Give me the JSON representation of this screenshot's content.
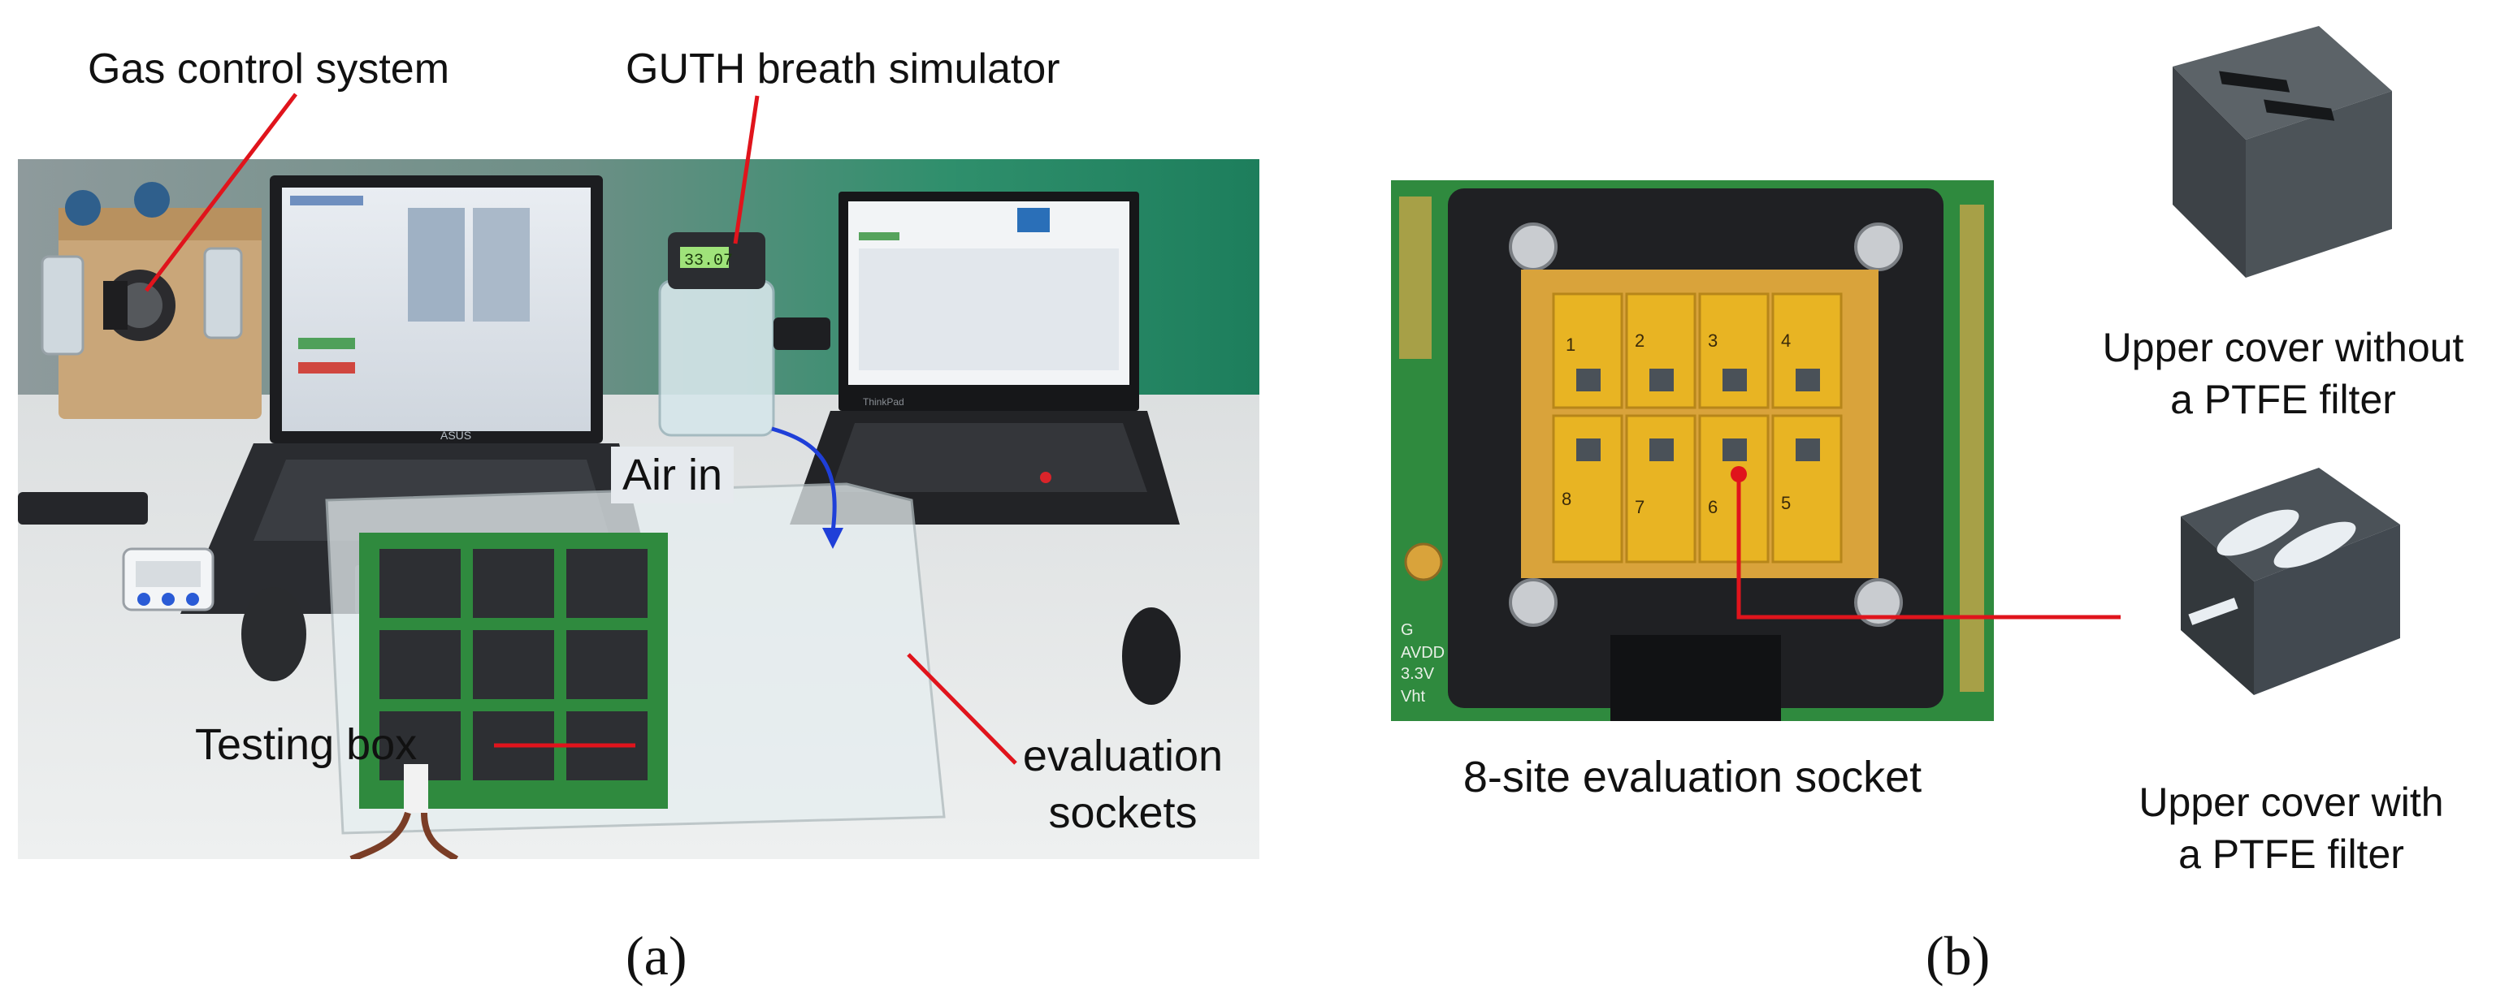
{
  "panel_a": {
    "label": "(a)",
    "callouts": {
      "gas_control": "Gas control system",
      "guth": "GUTH breath simulator",
      "air_in": "Air in",
      "testing_box": "Testing box",
      "sockets_line1": "evaluation",
      "sockets_line2": "sockets"
    },
    "screen_text": {
      "laptop_brand": "ASUS",
      "laptop2_brand": "ThinkPad",
      "simulator_display": "33.07"
    }
  },
  "panel_b": {
    "label": "(b)",
    "socket_caption": "8-site evaluation socket",
    "cover_without_line1": "Upper cover without",
    "cover_without_line2": "a PTFE filter",
    "cover_with_line1": "Upper cover with",
    "cover_with_line2": "a PTFE filter",
    "site_numbers": [
      "1",
      "2",
      "3",
      "4",
      "8",
      "7",
      "6",
      "5"
    ],
    "pcb_text": [
      "G",
      "AVDD",
      "3.3V",
      "Vht"
    ]
  },
  "colors": {
    "callout_line": "#e0141c",
    "air_arrow": "#1f3fd8",
    "socket_yellow": "#e8b423",
    "pcb_green": "#2f8a3e",
    "sensor_gray": "#4a5158"
  }
}
